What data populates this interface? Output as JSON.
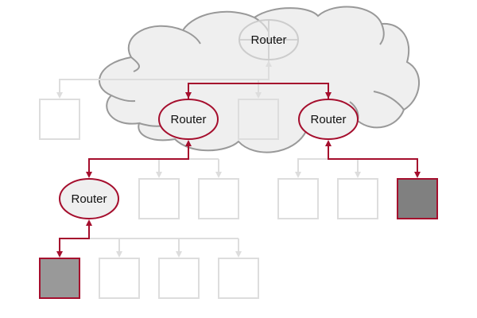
{
  "diagram": {
    "title": "Network routing path",
    "colors": {
      "highlight": "#a50e2d",
      "faint": "#dddddd",
      "cloud_fill": "#efefef",
      "cloud_stroke": "#999999",
      "host_source_fill": "#999999",
      "host_dest_fill": "#808080"
    },
    "nodes": {
      "core_router": {
        "label": "Router",
        "state": "inactive"
      },
      "left_router": {
        "label": "Router",
        "state": "active"
      },
      "right_router": {
        "label": "Router",
        "state": "active"
      },
      "edge_router": {
        "label": "Router",
        "state": "active"
      }
    },
    "hosts": [
      {
        "id": "h-cloud-left",
        "state": "inactive"
      },
      {
        "id": "h-cloud-mid",
        "state": "inactive"
      },
      {
        "id": "h-left-1",
        "state": "inactive"
      },
      {
        "id": "h-left-2",
        "state": "inactive"
      },
      {
        "id": "h-right-1",
        "state": "inactive"
      },
      {
        "id": "h-right-2",
        "state": "inactive"
      },
      {
        "id": "h-right-3",
        "state": "destination"
      },
      {
        "id": "h-edge-1",
        "state": "source"
      },
      {
        "id": "h-edge-2",
        "state": "inactive"
      },
      {
        "id": "h-edge-3",
        "state": "inactive"
      },
      {
        "id": "h-edge-4",
        "state": "inactive"
      }
    ],
    "path": [
      "h-edge-1",
      "edge_router",
      "left_router",
      "right_router",
      "h-right-3"
    ]
  }
}
